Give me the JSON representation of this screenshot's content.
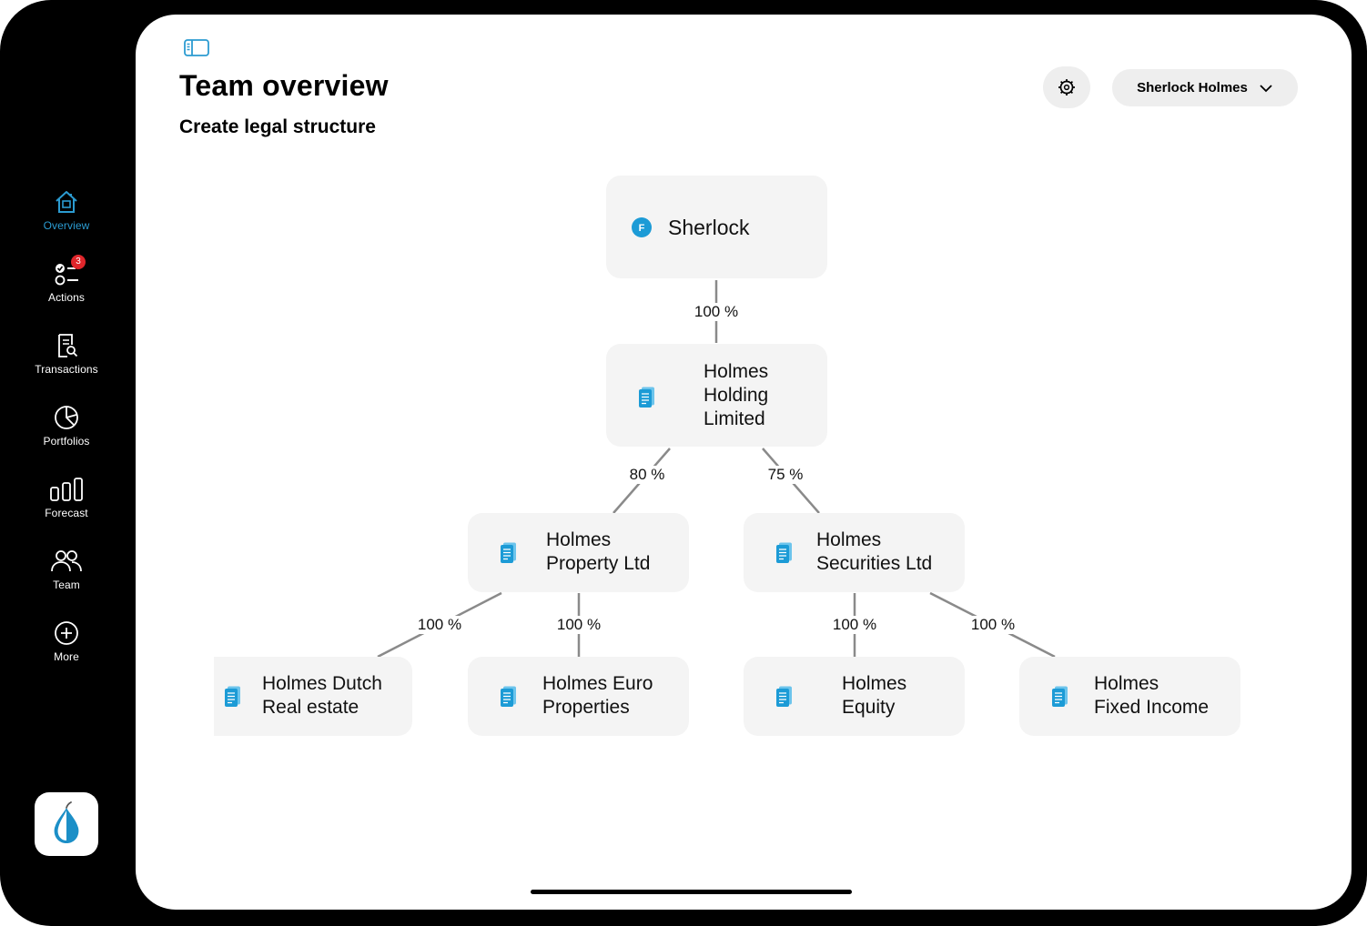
{
  "nav": {
    "items": [
      {
        "label": "Overview",
        "icon": "home-icon",
        "active": true
      },
      {
        "label": "Actions",
        "icon": "checklist-icon",
        "badge": "3"
      },
      {
        "label": "Transactions",
        "icon": "document-search-icon"
      },
      {
        "label": "Portfolios",
        "icon": "pie-chart-icon"
      },
      {
        "label": "Forecast",
        "icon": "bar-chart-icon"
      },
      {
        "label": "Team",
        "icon": "people-icon"
      },
      {
        "label": "More",
        "icon": "plus-circle-icon"
      }
    ],
    "app_logo": "pear-logo-icon"
  },
  "header": {
    "title": "Team overview",
    "subtitle": "Create legal structure",
    "user_name": "Sherlock Holmes"
  },
  "tree": {
    "root": {
      "name": "Sherlock",
      "badge": "F"
    },
    "holding": {
      "name": "Holmes\nHolding\nLimited",
      "share": "100 %"
    },
    "property": {
      "name": "Holmes\nProperty Ltd",
      "share": "80 %"
    },
    "securities": {
      "name": "Holmes\nSecurities Ltd",
      "share": "75 %"
    },
    "dutch": {
      "name": "Holmes Dutch\nReal estate",
      "share": "100 %"
    },
    "euro": {
      "name": "Holmes Euro\nProperties",
      "share": "100 %"
    },
    "equity": {
      "name": "Holmes\nEquity",
      "share": "100 %"
    },
    "fixed": {
      "name": "Holmes\nFixed Income",
      "share": "100 %"
    }
  },
  "colors": {
    "accent": "#2b9bd1",
    "badge": "#e0262b",
    "node_bg": "#f4f4f4"
  }
}
